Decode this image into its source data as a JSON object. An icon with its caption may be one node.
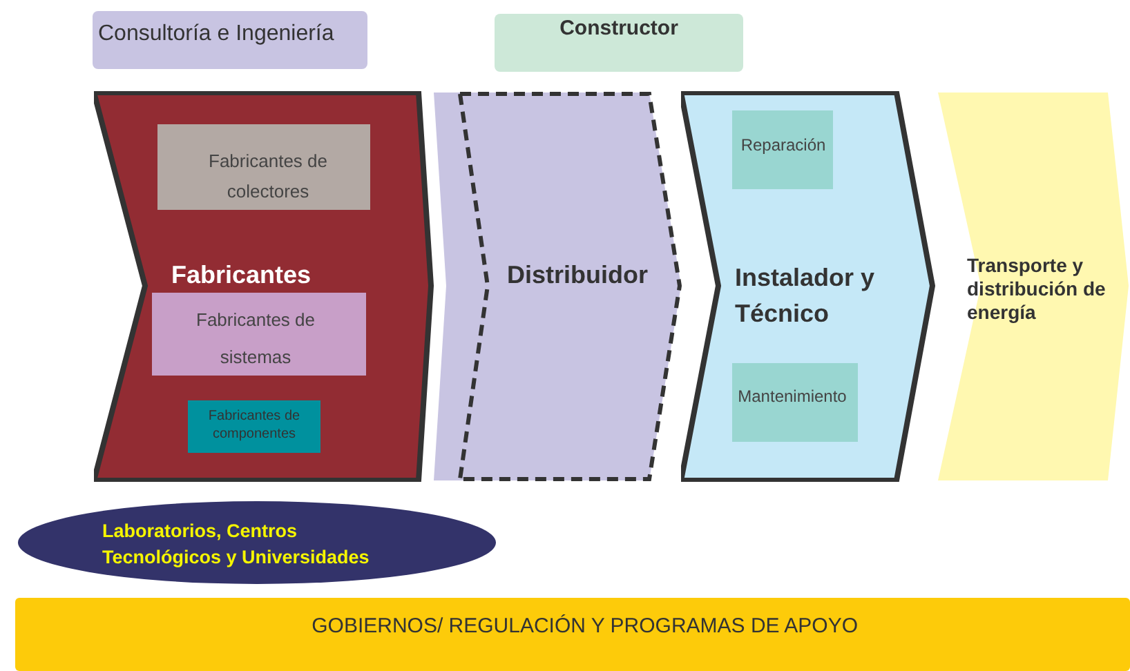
{
  "diagram": {
    "nodes": [
      {
        "text": [
          "Consultoría e Ingeniería"
        ]
      },
      {
        "text": [
          "Constructor"
        ]
      },
      {
        "text": [
          "Fabricantes"
        ]
      },
      {
        "text": [
          "Fabricantes de colectores"
        ],
        "in": 2
      },
      {
        "text": [
          "Fabricantes de sistemas"
        ],
        "in": 2
      },
      {
        "text": [
          "Fabricantes de componentes"
        ],
        "in": 2
      },
      {
        "text": [
          "Distribuidor"
        ]
      },
      {
        "text": [
          "Instalador y Técnico"
        ]
      },
      {
        "text": [
          "Reparación"
        ],
        "in": 7
      },
      {
        "text": [
          "Mantenimiento"
        ],
        "in": 7
      },
      {
        "text": [
          "Transporte y distribución de energía"
        ]
      },
      {
        "text": [
          "Laboratorios, Centros Tecnológicos y Universidades"
        ]
      },
      {
        "text": [
          "GOBIERNOS/ REGULACIÓN Y PROGRAMAS DE APOYO"
        ]
      }
    ]
  }
}
